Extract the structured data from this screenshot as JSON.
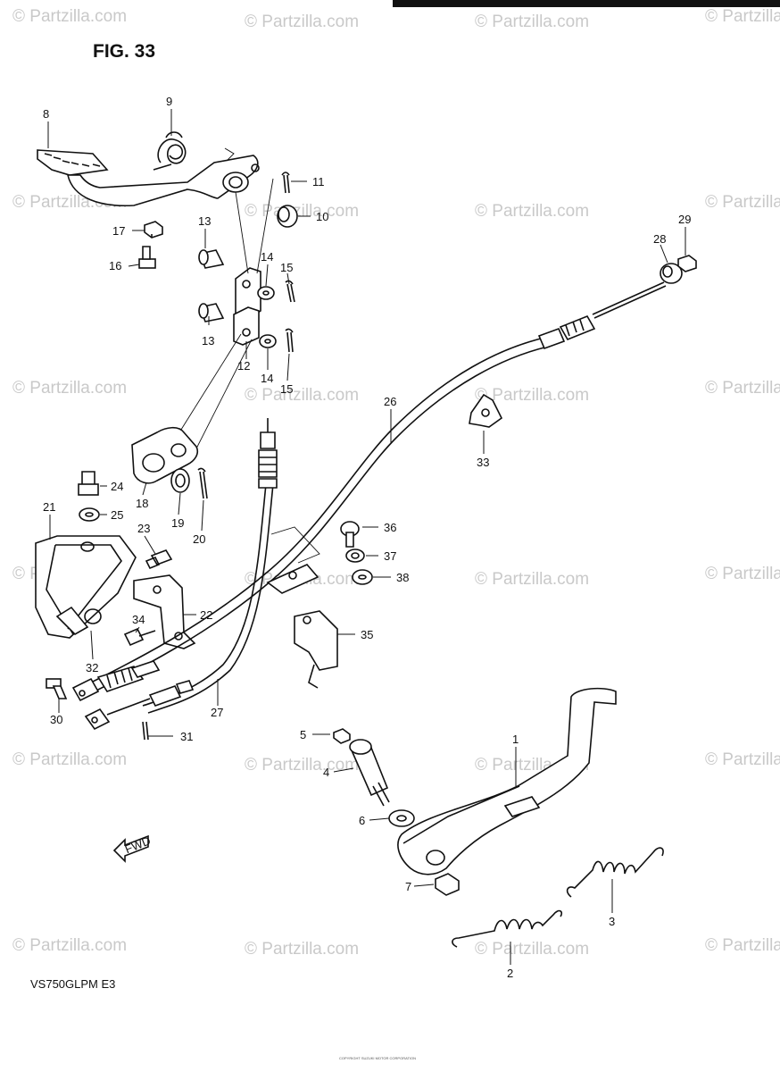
{
  "figure": {
    "title": "FIG. 33",
    "model": "VS750GLPM  E3",
    "watermark": "© Partzilla.com",
    "fwd_label": "FWD",
    "footer_note": "COPYRIGHT SUZUKI MOTOR CORPORATION"
  },
  "callouts": {
    "p1": "1",
    "p2": "2",
    "p3": "3",
    "p4": "4",
    "p5": "5",
    "p6": "6",
    "p7": "7",
    "p8": "8",
    "p9": "9",
    "p10": "10",
    "p11": "11",
    "p12": "12",
    "p13a": "13",
    "p13b": "13",
    "p14a": "14",
    "p14b": "14",
    "p15a": "15",
    "p15b": "15",
    "p16": "16",
    "p17": "17",
    "p18": "18",
    "p19": "19",
    "p20": "20",
    "p21": "21",
    "p22": "22",
    "p23": "23",
    "p24": "24",
    "p25": "25",
    "p26": "26",
    "p27": "27",
    "p28": "28",
    "p29": "29",
    "p30": "30",
    "p31": "31",
    "p32": "32",
    "p33": "33",
    "p34": "34",
    "p35": "35",
    "p36": "36",
    "p37": "37",
    "p38": "38"
  }
}
